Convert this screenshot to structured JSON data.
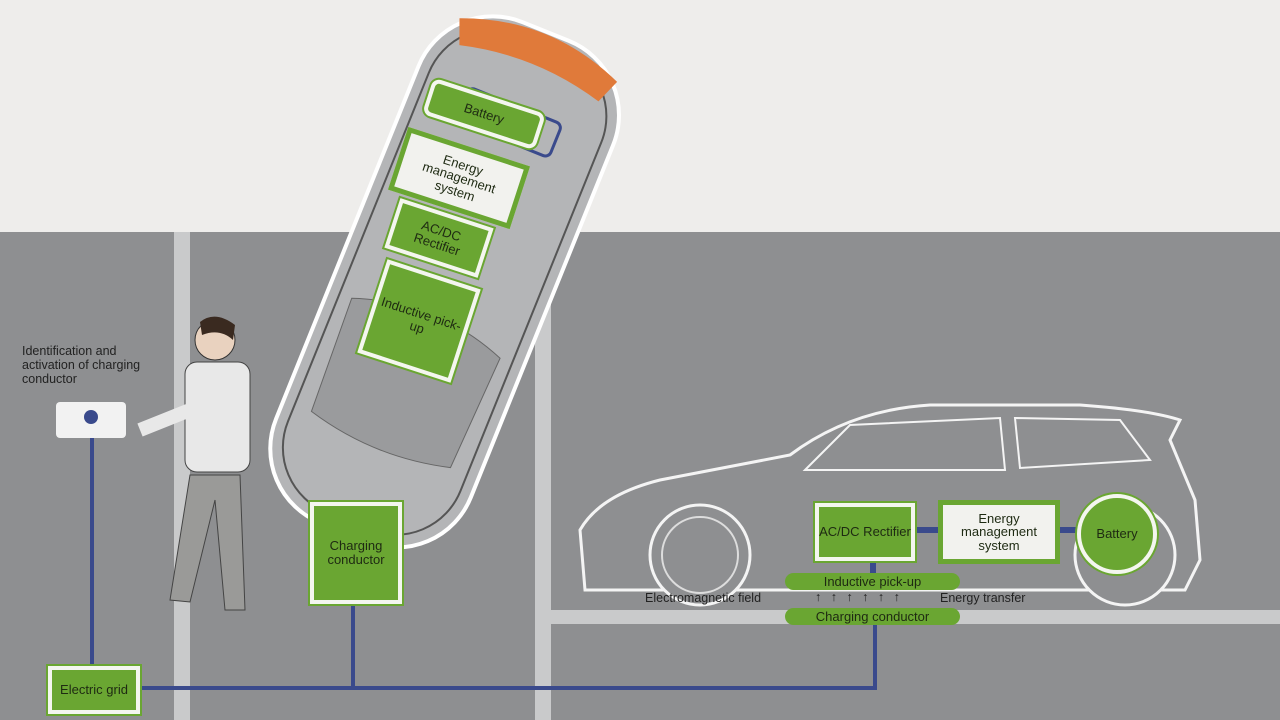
{
  "top_car": {
    "battery": "Battery",
    "ems": "Energy management system",
    "rectifier": "AC/DC Rectifier",
    "pickup": "Inductive pick-up"
  },
  "charging_pad": "Charging conductor",
  "id_label": "Identification and activation of charging conductor",
  "grid": "Electric grid",
  "side_car": {
    "rectifier": "AC/DC Rectifier",
    "ems": "Energy management system",
    "battery": "Battery",
    "pickup": "Inductive pick-up",
    "field": "Electromagnetic field",
    "arrows": "↑ ↑ ↑ ↑ ↑ ↑",
    "transfer": "Energy transfer",
    "conductor": "Charging conductor"
  },
  "colors": {
    "green": "#6aa632",
    "line": "#3a4a8c",
    "ground": "#8e8f91"
  }
}
